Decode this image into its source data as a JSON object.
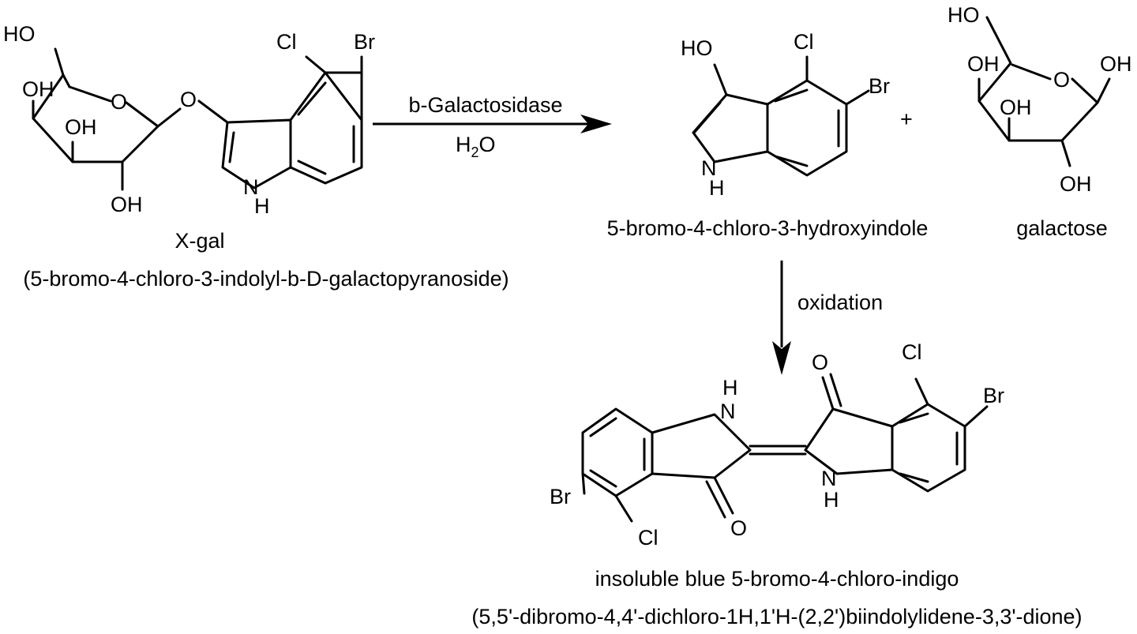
{
  "reaction1": {
    "enzyme": "b-Galactosidase",
    "water_main": "H",
    "water_sub": "2",
    "water_tail": "O"
  },
  "reaction2": {
    "label": "oxidation"
  },
  "plus": "+",
  "xgal": {
    "name": "X-gal",
    "iupac": "(5-bromo-4-chloro-3-indolyl-b-D-galactopyranoside)",
    "atoms": {
      "ho_ch2": "HO",
      "ring_o": "O",
      "oh_4": "OH",
      "oh_3": "OH",
      "oh_2": "OH",
      "link_o": "O",
      "cl": "Cl",
      "br": "Br",
      "nh": "H",
      "n": "N"
    }
  },
  "hydroxyindole": {
    "name": "5-bromo-4-chloro-3-hydroxyindole",
    "atoms": {
      "ho": "HO",
      "cl": "Cl",
      "br": "Br",
      "n": "N",
      "h": "H"
    }
  },
  "galactose": {
    "name": "galactose",
    "atoms": {
      "ho_ch2": "HO",
      "ring_o": "O",
      "oh_4": "OH",
      "oh_3": "OH",
      "oh_1": "OH",
      "oh_2": "OH"
    }
  },
  "indigo": {
    "name": "insoluble blue 5-bromo-4-chloro-indigo",
    "iupac": "(5,5'-dibromo-4,4'-dichloro-1H,1'H-(2,2')biindolylidene-3,3'-dione)",
    "atoms": {
      "left_h": "H",
      "left_n": "N",
      "left_br": "Br",
      "left_cl": "Cl",
      "left_o": "O",
      "right_o": "O",
      "right_cl": "Cl",
      "right_br": "Br",
      "right_n": "N",
      "right_h": "H"
    }
  }
}
